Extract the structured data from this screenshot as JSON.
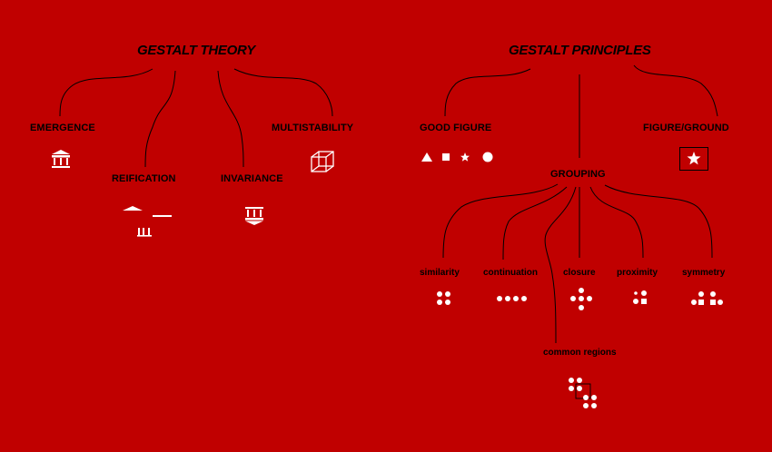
{
  "theory": {
    "title": "GESTALT THEORY",
    "nodes": [
      "EMERGENCE",
      "REIFICATION",
      "INVARIANCE",
      "MULTISTABILITY"
    ]
  },
  "principles": {
    "title": "GESTALT PRINCIPLES",
    "nodes": [
      "GOOD FIGURE",
      "GROUPING",
      "FIGURE/GROUND"
    ],
    "grouping": [
      "similarity",
      "continuation",
      "closure",
      "proximity",
      "symmetry",
      "common regions"
    ]
  },
  "colors": {
    "background": "#c00000",
    "ink": "#000000",
    "icon": "#ffffff"
  },
  "icons": [
    "temple-icon",
    "temple-fragments-icon",
    "inverted-temple-icon",
    "cube-icon",
    "triangle-icon",
    "square-icon",
    "star-icon",
    "circle-icon",
    "star-box-icon",
    "dot-grid-icon"
  ]
}
